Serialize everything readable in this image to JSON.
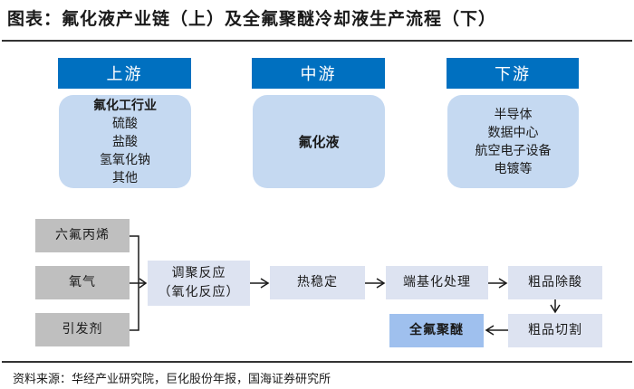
{
  "title": "图表：氟化液产业链（上）及全氟聚醚冷却液生产流程（下）",
  "chain": {
    "upstream": {
      "header": "上游",
      "lines": [
        "氟化工行业",
        "硫酸",
        "盐酸",
        "氢氧化钠",
        "其他"
      ]
    },
    "midstream": {
      "header": "中游",
      "lines": [
        "氟化液"
      ]
    },
    "downstream": {
      "header": "下游",
      "lines": [
        "半导体",
        "数据中心",
        "航空电子设备",
        "电镀等"
      ]
    }
  },
  "process": {
    "inputs": [
      "六氟丙烯",
      "氧气",
      "引发剂"
    ],
    "steps": {
      "polymerization": [
        "调聚反应",
        "（氧化反应）"
      ],
      "thermal": "热稳定",
      "end_group": "端基化处理",
      "deacid": "粗品除酸",
      "cut": "粗品切割",
      "product": "全氟聚醚"
    }
  },
  "source": "资料来源：华经产业研究院，巨化股份年报，国海证券研究所"
}
